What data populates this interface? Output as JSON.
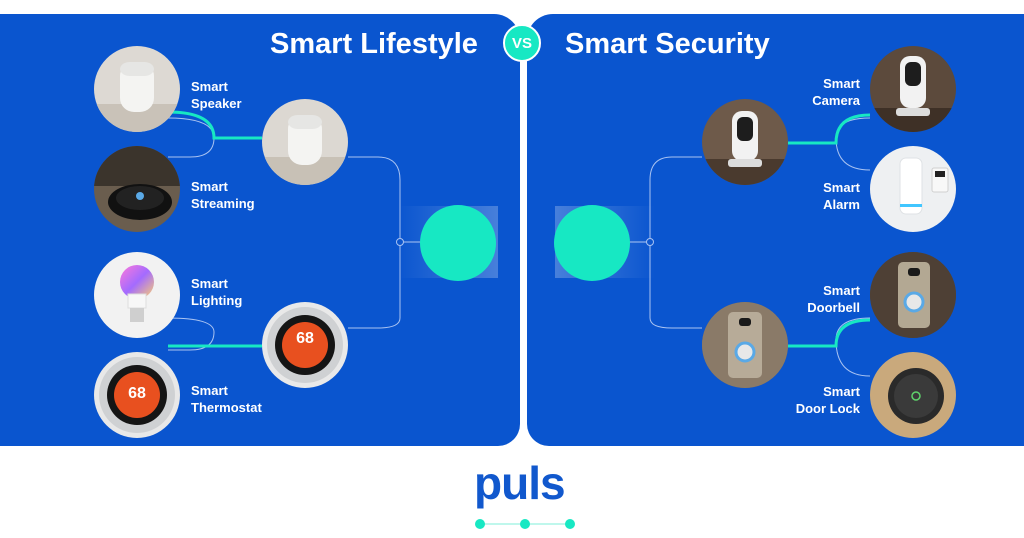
{
  "left": {
    "title": "Smart Lifestyle",
    "devices": [
      {
        "line1": "Smart",
        "line2": "Speaker"
      },
      {
        "line1": "Smart",
        "line2": "Streaming"
      },
      {
        "line1": "Smart",
        "line2": "Lighting"
      },
      {
        "line1": "Smart",
        "line2": "Thermostat"
      }
    ],
    "thermostat_reading": "68"
  },
  "vs_label": "VS",
  "right": {
    "title": "Smart Security",
    "devices": [
      {
        "line1": "Smart",
        "line2": "Camera"
      },
      {
        "line1": "Smart",
        "line2": "Alarm"
      },
      {
        "line1": "Smart",
        "line2": "Doorbell"
      },
      {
        "line1": "Smart",
        "line2": "Door Lock"
      }
    ]
  },
  "brand": {
    "name": "puls"
  },
  "colors": {
    "panel": "#0a55cf",
    "accent": "#17e8c3",
    "brand": "#1158cd"
  }
}
